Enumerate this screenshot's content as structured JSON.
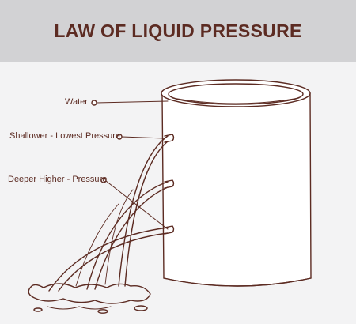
{
  "title": "LAW OF LIQUID PRESSURE",
  "labels": {
    "water": "Water",
    "shallower": "Shallower - Lowest Pressure",
    "deeper": "Deeper Higher - Pressure"
  },
  "colors": {
    "stroke": "#5c2b22",
    "header_bg": "#d2d2d4",
    "background": "#f3f3f4",
    "title": "#5c2b22"
  }
}
